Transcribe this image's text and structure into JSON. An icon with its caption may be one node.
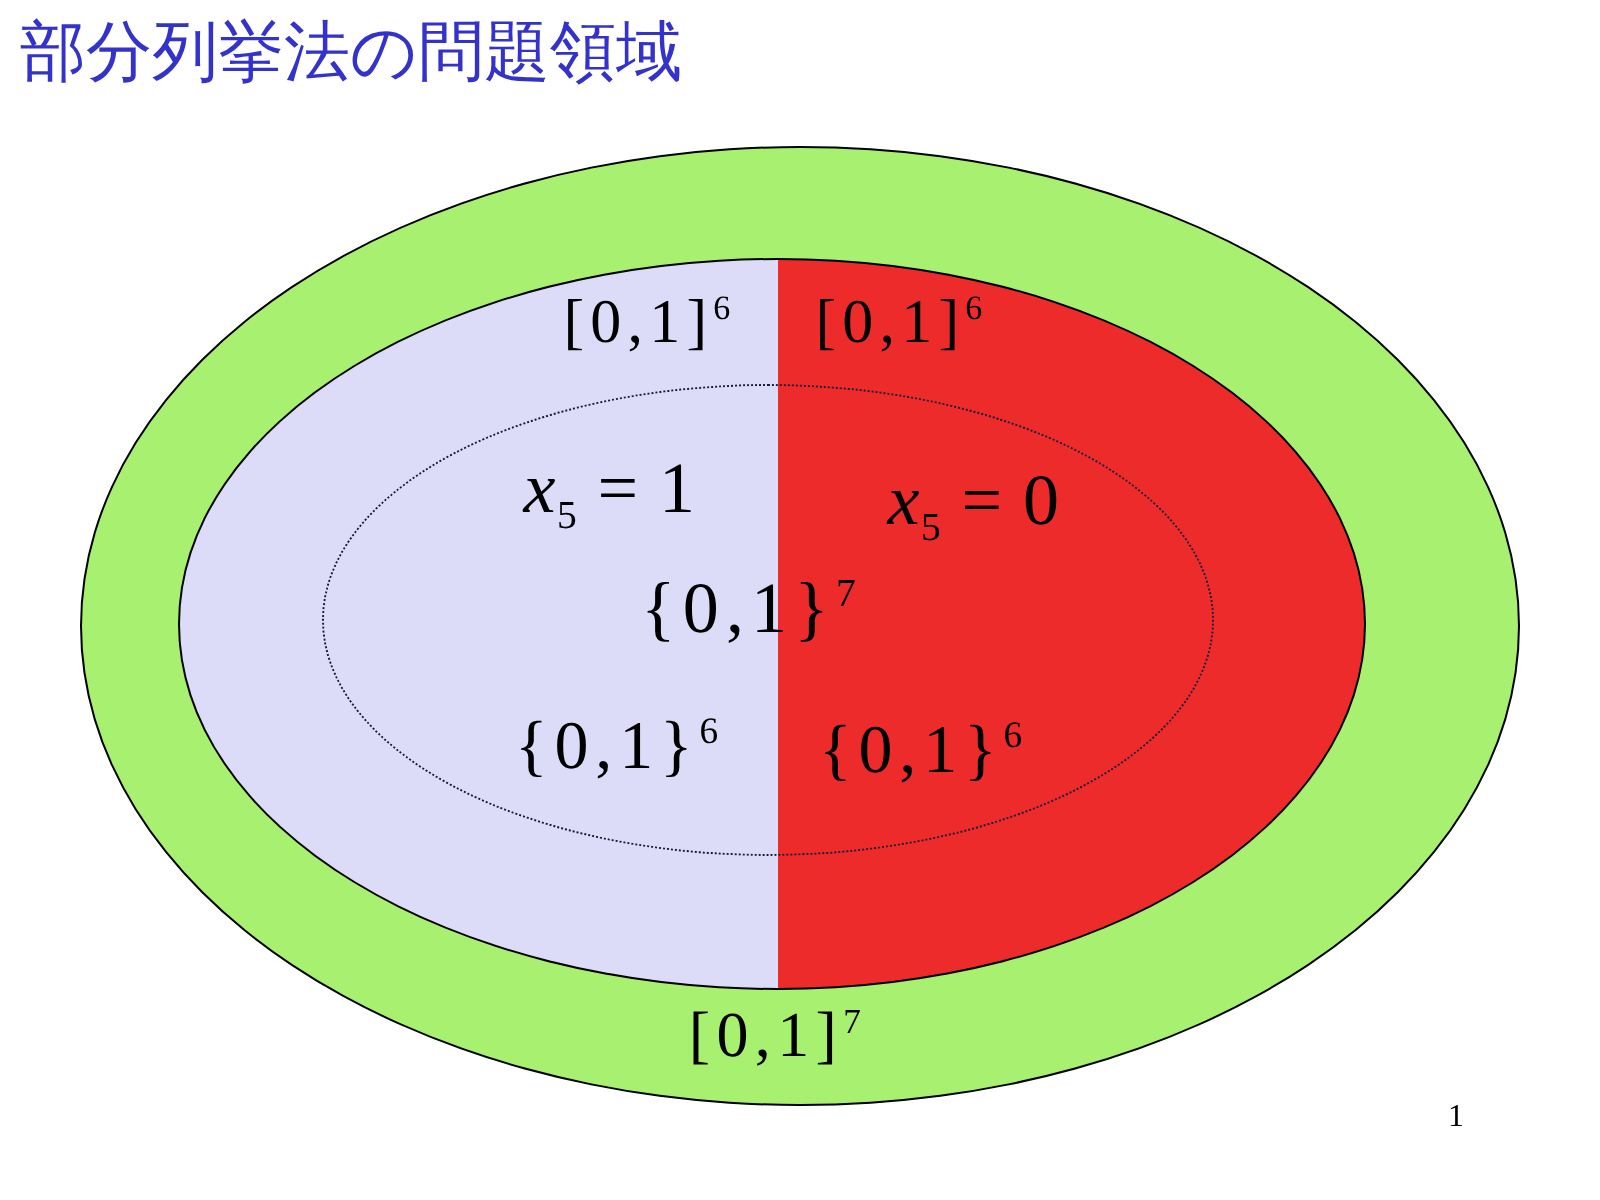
{
  "diagram": {
    "title": "部分列挙法の問題領域",
    "nodes": [
      {
        "text": [
          "[0,1]$^{7}$"
        ]
      },
      {
        "text": [
          "[0,1]$^{6}$"
        ],
        "in": 0
      },
      {
        "text": [
          "[0,1]$^{6}$"
        ],
        "in": 0
      },
      {
        "text": [
          "{0,1}$^{7}$"
        ],
        "in": 0
      },
      {
        "text": [
          "*x*$_{5}$ = 1"
        ]
      },
      {
        "text": [
          "*x*$_{5}$ = 0"
        ]
      },
      {
        "text": [
          "{0,1}$^{6}$"
        ]
      },
      {
        "text": [
          "{0,1}$^{6}$"
        ]
      }
    ],
    "labels": [
      "1"
    ]
  }
}
